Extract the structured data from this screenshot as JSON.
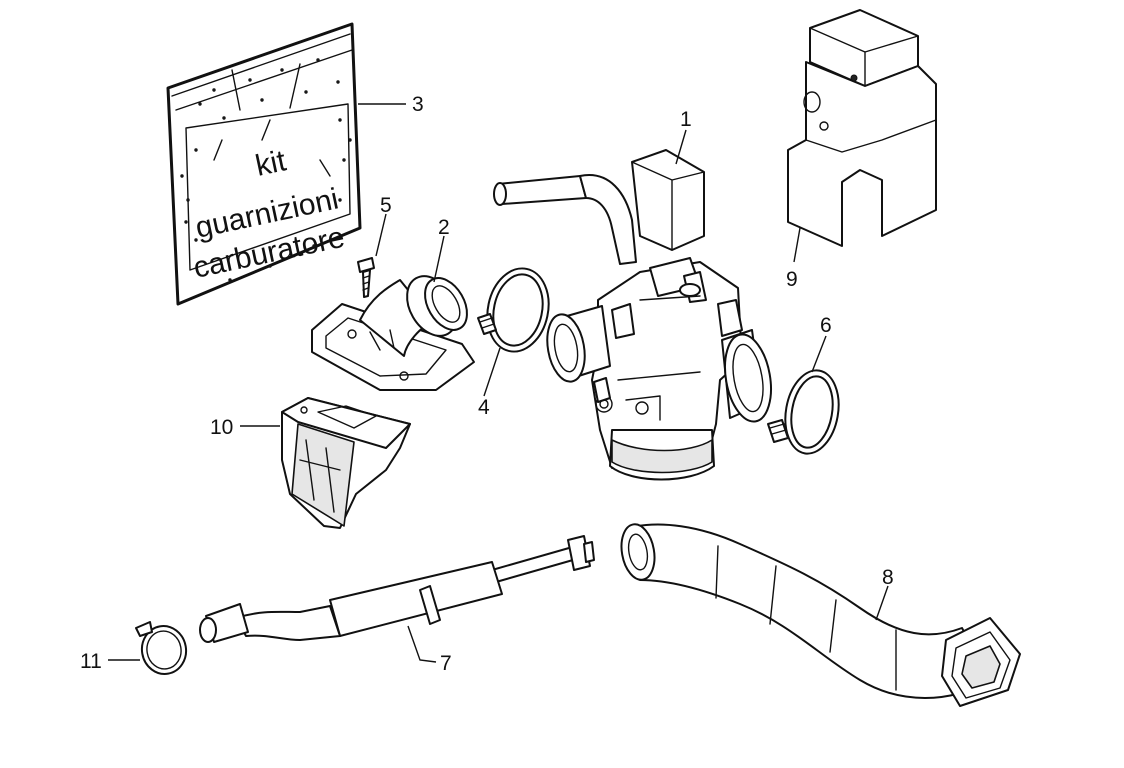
{
  "callouts": {
    "c1": "1",
    "c2": "2",
    "c3": "3",
    "c4": "4",
    "c5": "5",
    "c6": "6",
    "c7": "7",
    "c8": "8",
    "c9": "9",
    "c10": "10",
    "c11": "11"
  },
  "kit_bag": {
    "line1": "kit",
    "line2": "guarnizioni",
    "line3": "carburatore"
  },
  "colors": {
    "line": "#111111",
    "background": "#ffffff"
  }
}
